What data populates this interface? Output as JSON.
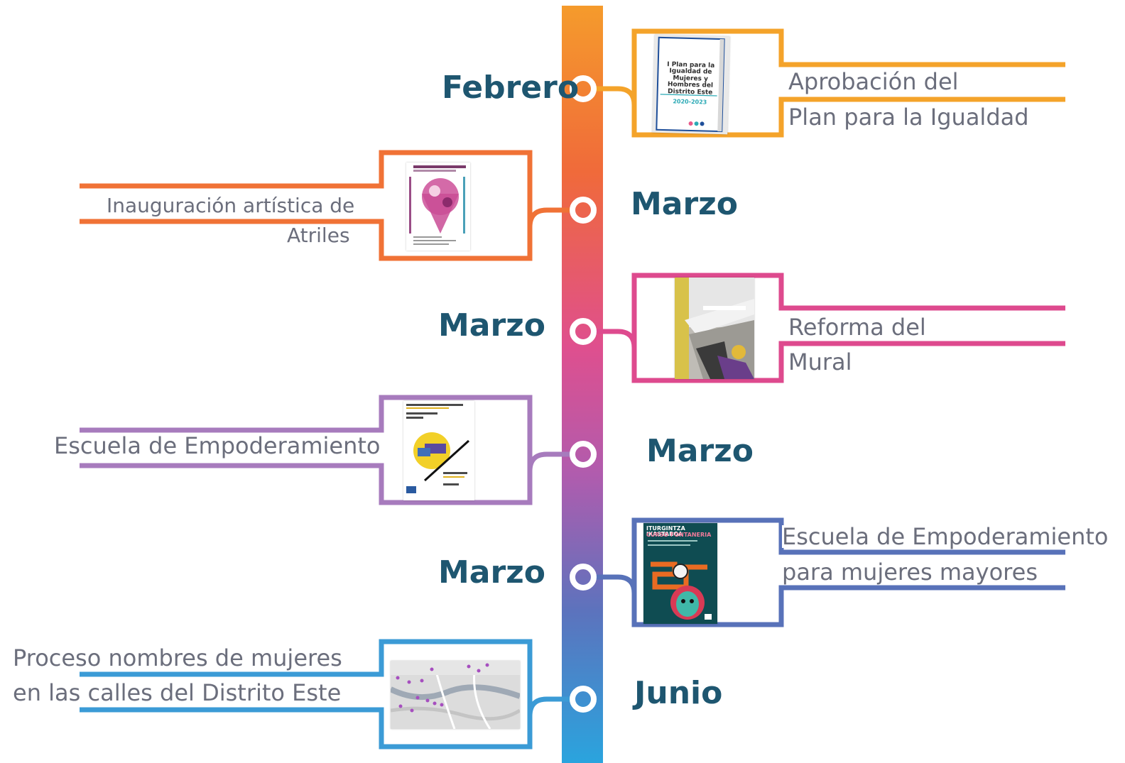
{
  "timeline": {
    "colors": {
      "orange": "#f4a32a",
      "orange_red": "#f07236",
      "pink": "#de4a8e",
      "purple": "#a77bbd",
      "blue": "#5872b9",
      "light_blue": "#3b9bd6",
      "month_text": "#1e5670",
      "event_text": "#6b6e7c"
    },
    "events": [
      {
        "month": "Febrero",
        "title_line1": "Aprobación del",
        "title_line2": "Plan para la Igualdad",
        "side": "right",
        "color": "orange",
        "thumbnail": "plan-document-cover",
        "thumbnail_text": "I Plan para la Igualdad de Mujeres y Hombres del Distrito Este",
        "thumbnail_years": "2020-2023"
      },
      {
        "month": "Marzo",
        "title_line1": "Inauguración artística de",
        "title_line2": "Atriles",
        "side": "left",
        "color": "orange_red",
        "thumbnail": "atriles-poster"
      },
      {
        "month": "Marzo",
        "title_line1": "Reforma del",
        "title_line2": "Mural",
        "side": "right",
        "color": "pink",
        "thumbnail": "mural-photo"
      },
      {
        "month": "Marzo",
        "title_line1": "Escuela de Empoderamiento",
        "title_line2": "",
        "side": "left",
        "color": "purple",
        "thumbnail": "empoderamiento-poster"
      },
      {
        "month": "Marzo",
        "title_line1": "Escuela de Empoderamiento",
        "title_line2": "para mujeres mayores",
        "side": "right",
        "color": "blue",
        "thumbnail": "fontaneria-poster",
        "thumbnail_text": "ITURGINTZA IKASTAROA",
        "thumbnail_text2": "CURSO FONTANERIA"
      },
      {
        "month": "Junio",
        "title_line1": "Proceso nombres de mujeres",
        "title_line2": "en las calles del Distrito Este",
        "side": "left",
        "color": "light_blue",
        "thumbnail": "street-map"
      }
    ]
  }
}
